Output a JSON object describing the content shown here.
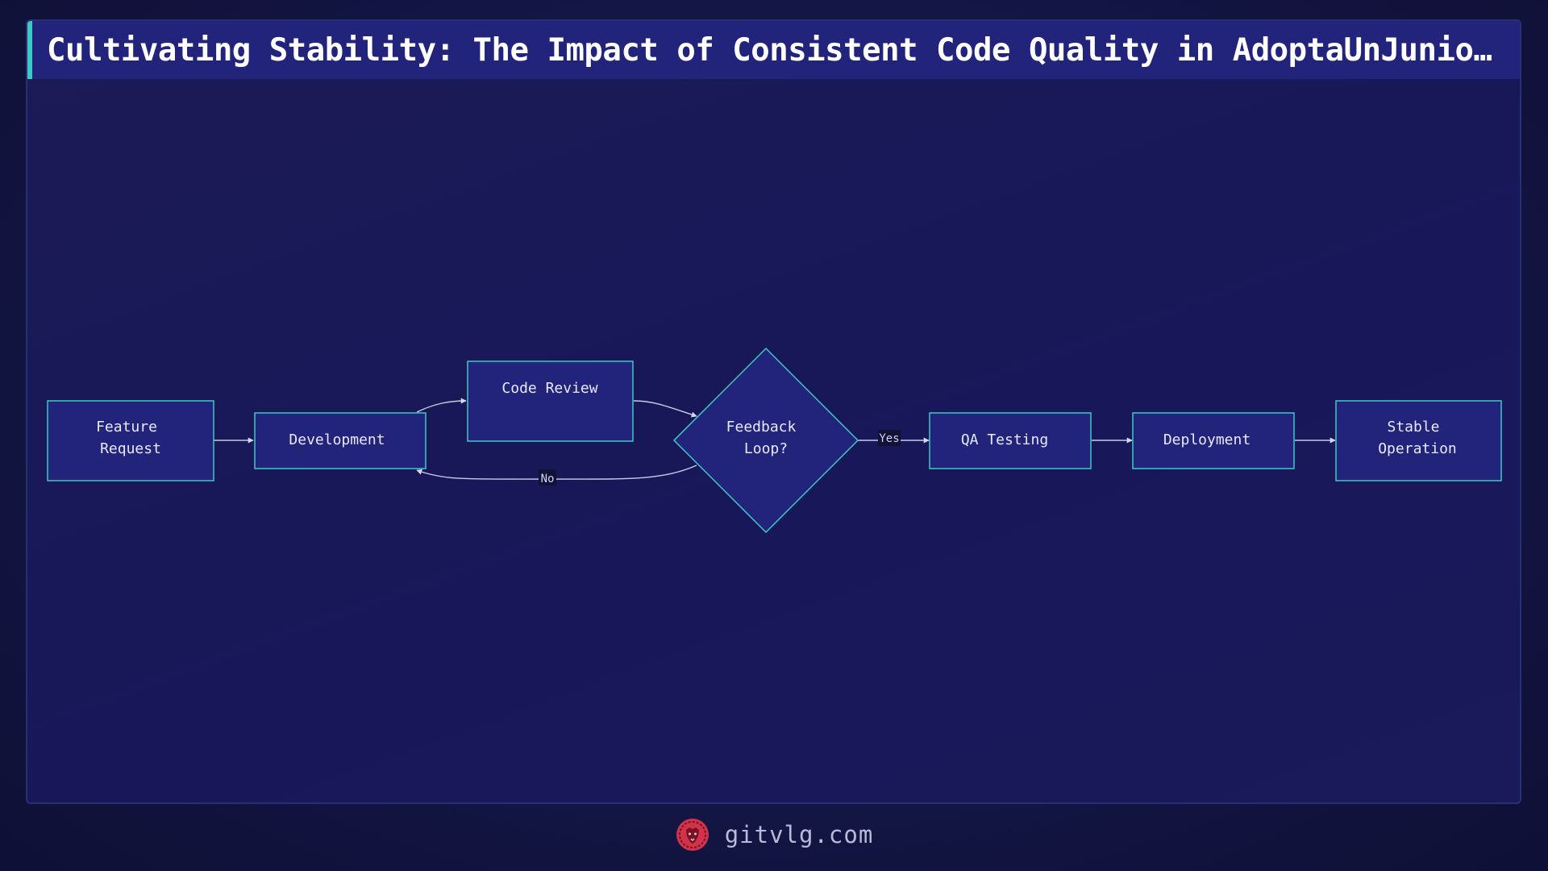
{
  "title": "Cultivating Stability: The Impact of Consistent Code Quality in AdoptaUnJuniorProject",
  "nodes": {
    "feature_request": [
      "Feature",
      "Request"
    ],
    "development": "Development",
    "code_review": "Code Review",
    "feedback_loop": [
      "Feedback",
      "Loop?"
    ],
    "qa_testing": "QA Testing",
    "deployment": "Deployment",
    "stable_operation": [
      "Stable",
      "Operation"
    ]
  },
  "edges": {
    "yes_label": "Yes",
    "no_label": "No"
  },
  "footer": {
    "logo_icon": "lion-head-icon",
    "site": "gitvlg.com"
  },
  "colors": {
    "node_fill": "#22237a",
    "node_stroke": "#3fc9c4",
    "accent": "#3fc9c4",
    "logo_red": "#d0334a"
  }
}
